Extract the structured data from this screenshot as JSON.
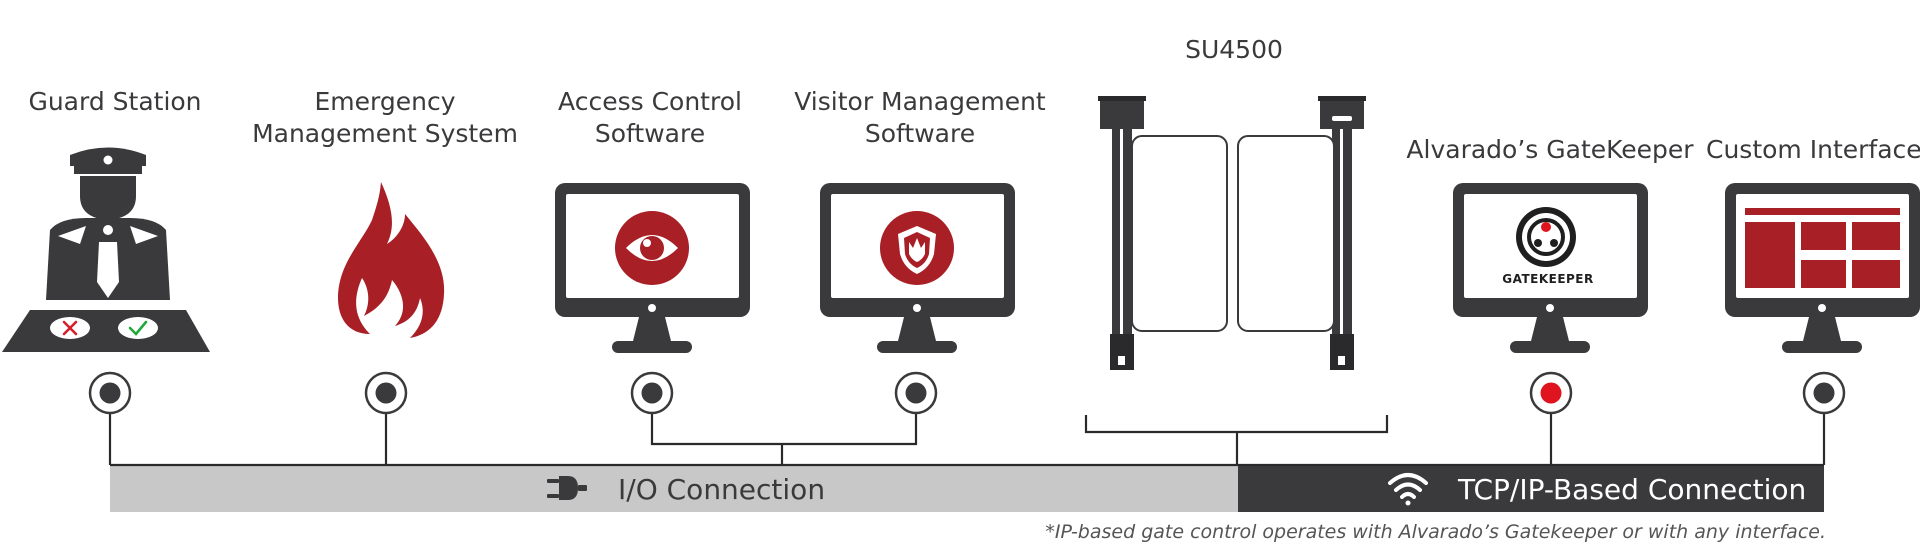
{
  "devices": [
    {
      "id": "guard",
      "lines": [
        "Guard Station"
      ],
      "icon": "guard-station-icon",
      "connection": "io"
    },
    {
      "id": "ems",
      "lines": [
        "Emergency",
        "Management System"
      ],
      "icon": "fire-icon",
      "connection": "io"
    },
    {
      "id": "acs",
      "lines": [
        "Access Control",
        "Software"
      ],
      "icon": "eye-icon",
      "connection": "io"
    },
    {
      "id": "vms",
      "lines": [
        "Visitor Management",
        "Software"
      ],
      "icon": "shield-icon",
      "connection": "io"
    },
    {
      "id": "gk",
      "lines": [
        "Alvarado’s GateKeeper"
      ],
      "icon": "gatekeeper-logo-icon",
      "connection": "ip",
      "logo_text": "GateKeeper"
    },
    {
      "id": "custom",
      "lines": [
        "Custom Interface"
      ],
      "icon": "layout-grid-icon",
      "connection": "ip"
    }
  ],
  "gate": {
    "label": "SU4500",
    "icon": "swing-gate-icon"
  },
  "connections": {
    "io": {
      "label": "I/O Connection",
      "icon": "plug-icon",
      "color": "#c8c8c8"
    },
    "ip": {
      "label": "TCP/IP-Based Connection",
      "icon": "wifi-icon",
      "color": "#3a3a3c"
    }
  },
  "footnote": "*IP-based gate control operates with Alvarado’s Gatekeeper or with any interface.",
  "colors": {
    "accent_red": "#a81f26",
    "dark": "#3a3a3c",
    "node_red": "#e0141e"
  }
}
